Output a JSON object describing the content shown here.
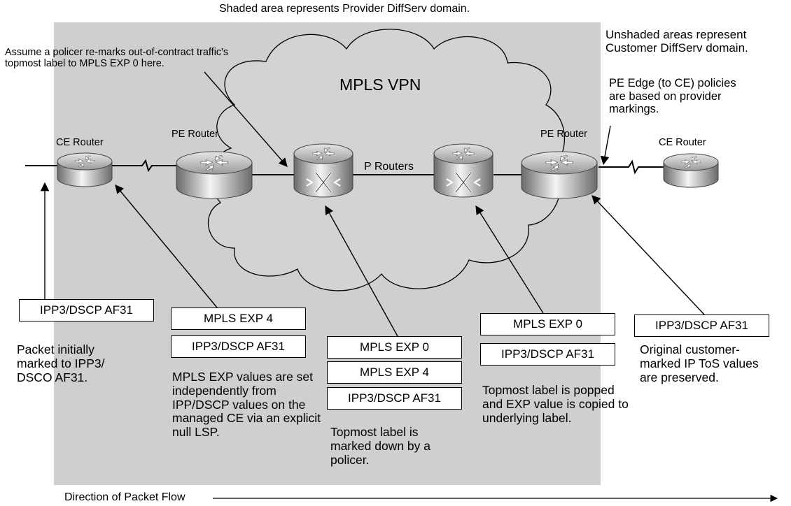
{
  "header": {
    "shaded_note": "Shaded area represents Provider DiffServ domain.",
    "unshaded_note": "Unshaded areas represent Customer DiffServ domain.",
    "pe_edge_note": "PE Edge (to CE) policies are based on provider markings.",
    "policer_note": "Assume a policer re-marks out-of-contract traffic's topmost label to MPLS EXP 0 here."
  },
  "cloud": {
    "label": "MPLS VPN"
  },
  "routers": {
    "ce_left": "CE Router",
    "pe_left": "PE Router",
    "p_link": "P Routers",
    "pe_right": "PE Router",
    "ce_right": "CE Router"
  },
  "stages": [
    {
      "boxes": [
        "IPP3/DSCP AF31"
      ],
      "note": "Packet initially marked to IPP3/ DSCO AF31."
    },
    {
      "boxes": [
        "MPLS EXP 4",
        "IPP3/DSCP AF31"
      ],
      "note": "MPLS EXP values are set independently from IPP/DSCP values on the managed CE via an explicit null LSP."
    },
    {
      "boxes": [
        "MPLS EXP 0",
        "MPLS EXP 4",
        "IPP3/DSCP AF31"
      ],
      "note": "Topmost label is marked down by a policer."
    },
    {
      "boxes": [
        "MPLS EXP 0",
        "IPP3/DSCP AF31"
      ],
      "note": "Topmost label is popped and EXP value is copied to underlying label."
    },
    {
      "boxes": [
        "IPP3/DSCP AF31"
      ],
      "note": "Original customer-marked IP ToS values are preserved."
    }
  ],
  "footer": {
    "flow_label": "Direction of Packet Flow"
  },
  "colors": {
    "provider_shade": "#cfcfcf",
    "router_dark": "#6f6f6f",
    "router_light": "#f2f2f2"
  }
}
